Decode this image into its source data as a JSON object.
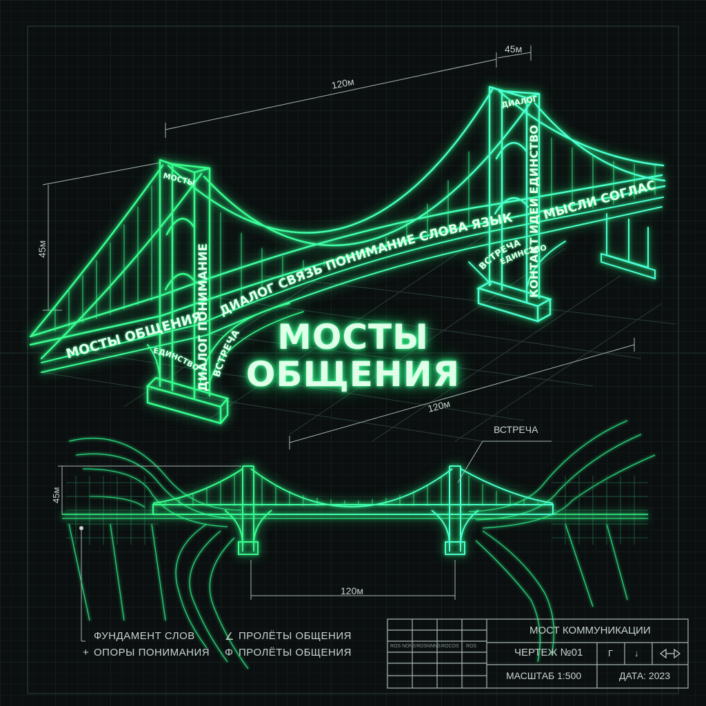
{
  "colors": {
    "background": "#0b0f0f",
    "grid": "#1d2b29",
    "neon_green": "#39ff8e",
    "neon_cyan": "#4dffd8",
    "text": "#c8d4d0"
  },
  "title": {
    "line1": "МОСТЫ",
    "line2": "ОБЩЕНИЯ"
  },
  "dimensions": {
    "top_span": "120м",
    "tower_width": "45м",
    "tower_height": "45м",
    "deck_span": "120м",
    "elev_height": "45м",
    "elev_span": "120м"
  },
  "bridge_words": {
    "deck_left": "МОСТЫ ОБЩЕНИЯ",
    "deck_middle": "ДИАЛОГ СВЯЗЬ ПОНИМАНИЕ СЛОВА ЯЗЫК",
    "deck_right": "МЫСЛИ СОГЛАСИЕ",
    "tower_left_vertical": "ДИАЛОГ ПОНИМАНИЕ",
    "tower_left_cap": "МОСТЫ",
    "tower_right_vertical": "КОНТАКТ ИДЕИ ЕДИНСТВО",
    "tower_right_cap": "ДИАЛОГ",
    "arch_left": "ВСТРЕЧА",
    "arch_right": "ВСТРЕЧА",
    "under_left": "ЕДИНСТВО",
    "under_right": "ЕДИНСТВО"
  },
  "callout": "ВСТРЕЧА",
  "legend": {
    "item1": "ФУНДАМЕНТ СЛОВ",
    "item2": "ОПОРЫ ПОНИМАНИЯ",
    "item3": "ПРОЛЁТЫ ОБЩЕНИЯ",
    "item4": "ПРОЛЁТЫ ОБЩЕНИЯ",
    "mark2": "+",
    "mark3": "∠",
    "mark4": "Φ"
  },
  "title_block": {
    "name": "МОСТ КОММУНИКАЦИИ",
    "drawing": "ЧЕРТЕЖ №01",
    "scale": "МАСШТАБ 1:500",
    "date": "ДАТА: 2023",
    "mini_cells": [
      "ROS NONS",
      "ROSNNNS",
      "ROCOS",
      "ROS"
    ],
    "symbol_a": "Г",
    "symbol_b": "↓"
  }
}
